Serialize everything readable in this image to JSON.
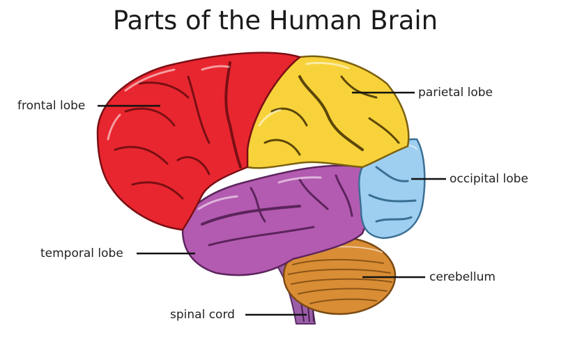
{
  "title": "Parts of the Human Brain",
  "labels": {
    "frontal": "frontal lobe",
    "parietal": "parietal lobe",
    "occipital": "occipital lobe",
    "temporal": "temporal lobe",
    "cerebellum": "cerebellum",
    "spinal": "spinal cord"
  },
  "colors": {
    "frontal": "#e8262f",
    "parietal": "#f7d23a",
    "occipital": "#9ecff0",
    "temporal": "#b35bb0",
    "cerebellum": "#d98d34",
    "spinal": "#9a5ea8"
  }
}
